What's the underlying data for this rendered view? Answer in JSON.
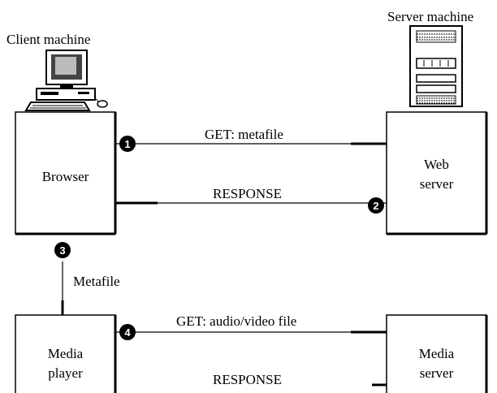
{
  "labels": {
    "client_machine": "Client machine",
    "server_machine": "Server machine",
    "browser": "Browser",
    "web_server_line1": "Web",
    "web_server_line2": "server",
    "media_player_line1": "Media",
    "media_player_line2": "player",
    "media_server_line1": "Media",
    "media_server_line2": "server",
    "get_metafile": "GET: metafile",
    "response_1": "RESPONSE",
    "metafile": "Metafile",
    "get_audio_video": "GET: audio/video file",
    "response_2": "RESPONSE"
  },
  "steps": [
    "1",
    "2",
    "3",
    "4"
  ],
  "icons": {
    "client": "desktop-computer-icon",
    "server": "server-tower-icon"
  },
  "colors": {
    "ink": "#000000",
    "background": "#ffffff"
  }
}
